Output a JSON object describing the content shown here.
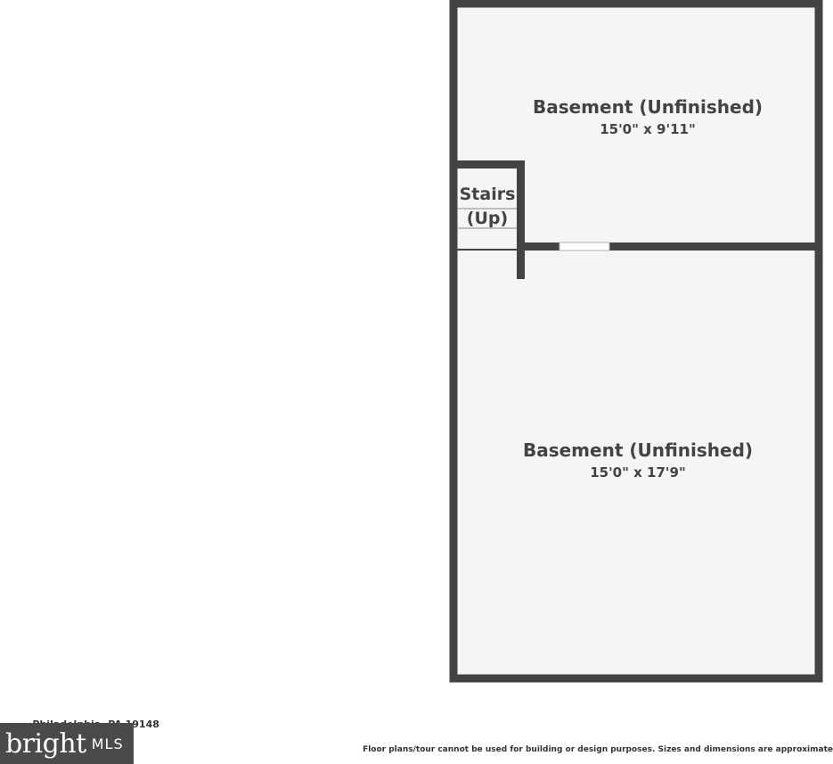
{
  "rooms": [
    {
      "name": "Basement (Unfinished)",
      "dimensions": "15'0\" x 9'11\""
    },
    {
      "name": "Basement (Unfinished)",
      "dimensions": "15'0\" x 17'9\""
    }
  ],
  "stairs": {
    "line1": "Stairs",
    "line2": "(Up)"
  },
  "footer": {
    "address": "... Philadelphia, PA 19148",
    "logo_brand": "bright",
    "logo_suffix": "MLS",
    "disclaimer": "Floor plans/tour cannot be used for building or design purposes. Sizes and dimensions are approximate"
  },
  "colors": {
    "wall": "#434343",
    "floor": "#f5f5f5",
    "logo_bg": "#4a4a4a",
    "logo_accent": "#e23a3a"
  }
}
